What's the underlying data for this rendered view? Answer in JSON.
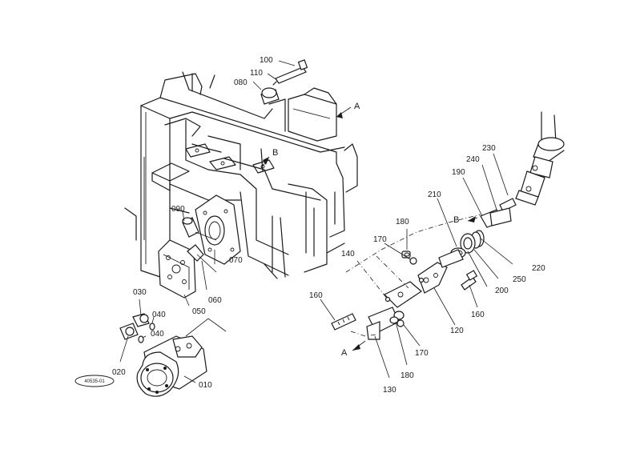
{
  "labels": {
    "p100": "100",
    "p110": "110",
    "p080": "080",
    "refA_top": "A",
    "refB_top": "B",
    "p090": "090",
    "p070": "070",
    "p060": "060",
    "p050": "050",
    "p030": "030",
    "p040a": "040",
    "p040b": "040",
    "p020": "020",
    "p010": "010",
    "p230": "230",
    "p240": "240",
    "p190": "190",
    "p210": "210",
    "refB_right": "B",
    "p180a": "180",
    "p170a": "170",
    "p140": "140",
    "p220": "220",
    "p250": "250",
    "p200": "200",
    "p160a": "160",
    "p160b": "160",
    "p120": "120",
    "p170b": "170",
    "p180b": "180",
    "p130": "130",
    "refA_bottom": "A"
  },
  "badge": "40535-01"
}
